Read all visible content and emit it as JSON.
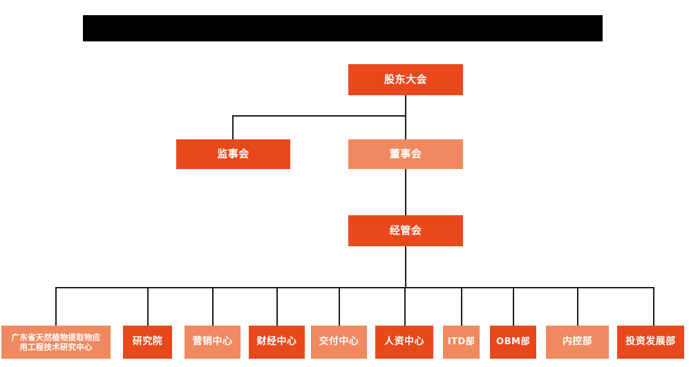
{
  "chart_data": {
    "type": "diagram",
    "diagram_type": "organization-chart",
    "title": "",
    "colors": {
      "accent_dark": "#E8491C",
      "accent_light": "#F0895F",
      "connector": "#1a1a1a",
      "background": "#ffffff",
      "redaction": "#000000",
      "label_text": "#ffffff"
    },
    "nodes": [
      {
        "id": "n1",
        "label": "股东大会",
        "tier": 1,
        "fill": "dark"
      },
      {
        "id": "n2",
        "label": "监事会",
        "tier": 2,
        "fill": "dark"
      },
      {
        "id": "n3",
        "label": "董事会",
        "tier": 2,
        "fill": "light"
      },
      {
        "id": "n4",
        "label": "经管会",
        "tier": 3,
        "fill": "dark"
      },
      {
        "id": "n5",
        "label": "广东省天然植物提取物应用工程技术研究中心",
        "tier": 4,
        "fill": "light"
      },
      {
        "id": "n6",
        "label": "研究院",
        "tier": 4,
        "fill": "dark"
      },
      {
        "id": "n7",
        "label": "营销中心",
        "tier": 4,
        "fill": "light"
      },
      {
        "id": "n8",
        "label": "财经中心",
        "tier": 4,
        "fill": "dark"
      },
      {
        "id": "n9",
        "label": "交付中心",
        "tier": 4,
        "fill": "light"
      },
      {
        "id": "n10",
        "label": "人资中心",
        "tier": 4,
        "fill": "dark"
      },
      {
        "id": "n11",
        "label": "ITD部",
        "tier": 4,
        "fill": "light"
      },
      {
        "id": "n12",
        "label": "OBM部",
        "tier": 4,
        "fill": "dark"
      },
      {
        "id": "n13",
        "label": "内控部",
        "tier": 4,
        "fill": "light"
      },
      {
        "id": "n14",
        "label": "投资发展部",
        "tier": 4,
        "fill": "dark"
      }
    ],
    "edges": [
      {
        "from": "n1",
        "to": "n2"
      },
      {
        "from": "n1",
        "to": "n3"
      },
      {
        "from": "n3",
        "to": "n4"
      },
      {
        "from": "n4",
        "to": "n5"
      },
      {
        "from": "n4",
        "to": "n6"
      },
      {
        "from": "n4",
        "to": "n7"
      },
      {
        "from": "n4",
        "to": "n8"
      },
      {
        "from": "n4",
        "to": "n9"
      },
      {
        "from": "n4",
        "to": "n10"
      },
      {
        "from": "n4",
        "to": "n11"
      },
      {
        "from": "n4",
        "to": "n12"
      },
      {
        "from": "n4",
        "to": "n13"
      },
      {
        "from": "n4",
        "to": "n14"
      }
    ]
  },
  "chart": {
    "redaction_bar_label": "",
    "tier1": {
      "shareholders_meeting": "股东大会"
    },
    "tier2": {
      "supervisory_board": "监事会",
      "board_of_directors": "董事会"
    },
    "tier3": {
      "management_committee": "经管会"
    },
    "tier4": {
      "research_center_line1": "广东省天然植物提取物应",
      "research_center_line2": "用工程技术研究中心",
      "research_institute": "研究院",
      "marketing_center": "营销中心",
      "finance_center": "财经中心",
      "delivery_center": "交付中心",
      "hr_center": "人资中心",
      "itd_department": "ITD部",
      "obm_department": "OBM部",
      "internal_control_department": "内控部",
      "investment_development_department": "投资发展部"
    }
  }
}
